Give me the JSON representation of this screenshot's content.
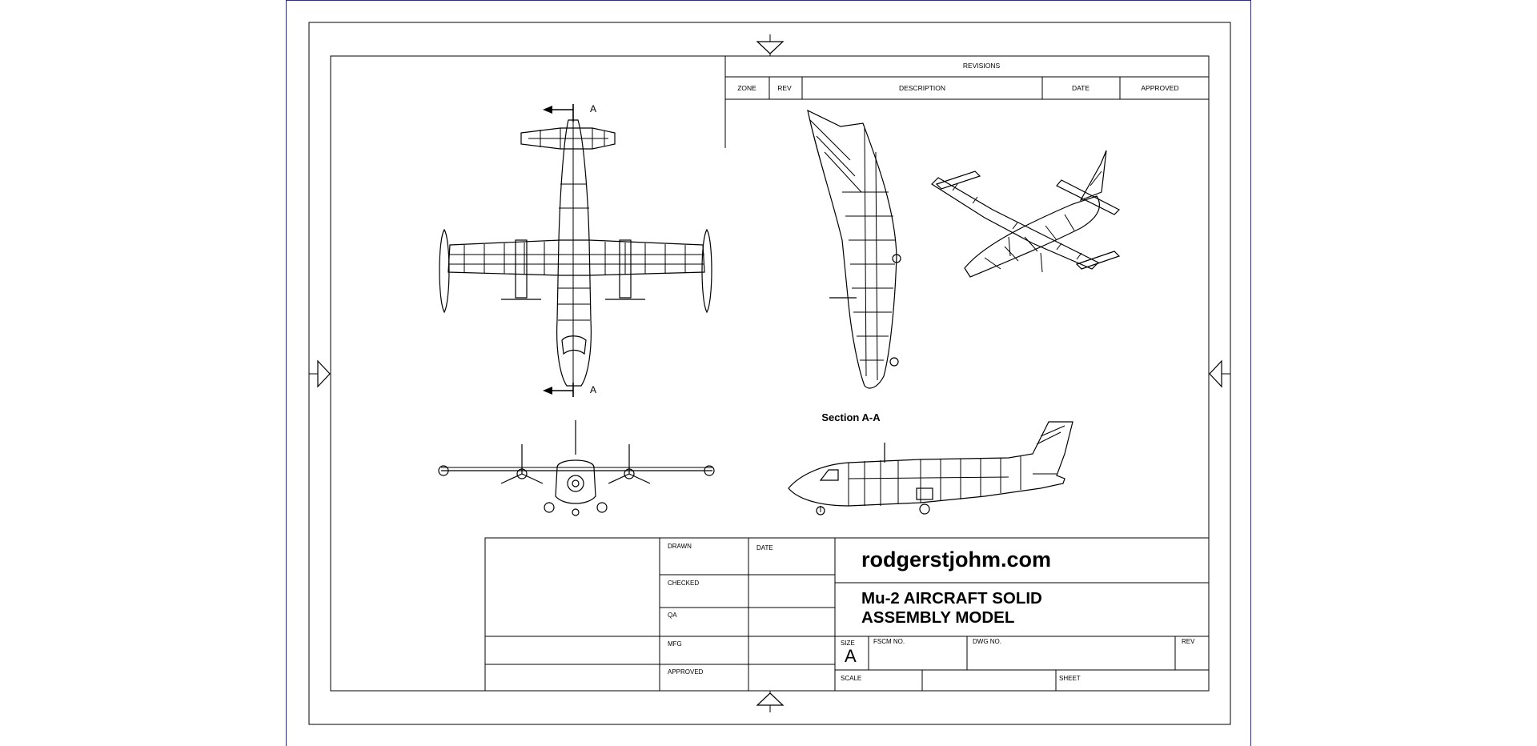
{
  "revisions": {
    "title": "REVISIONS",
    "columns": [
      "ZONE",
      "REV",
      "DESCRIPTION",
      "DATE",
      "APPROVED"
    ]
  },
  "view_labels": {
    "section_marker_top": "A",
    "section_marker_bottom": "A",
    "section_title": "Section A-A"
  },
  "title_block": {
    "drawn": "DRAWN",
    "date": "DATE",
    "checked": "CHECKED",
    "qa": "QA",
    "mfg": "MFG",
    "approved": "APPROVED",
    "company": "rodgerstjohm.com",
    "title_line1": "Mu-2 AIRCRAFT SOLID",
    "title_line2": "ASSEMBLY MODEL",
    "size_label": "SIZE",
    "size_value": "A",
    "fscm_label": "FSCM NO.",
    "dwg_label": "DWG NO.",
    "rev_label": "REV",
    "scale_label": "SCALE",
    "sheet_label": "SHEET"
  }
}
